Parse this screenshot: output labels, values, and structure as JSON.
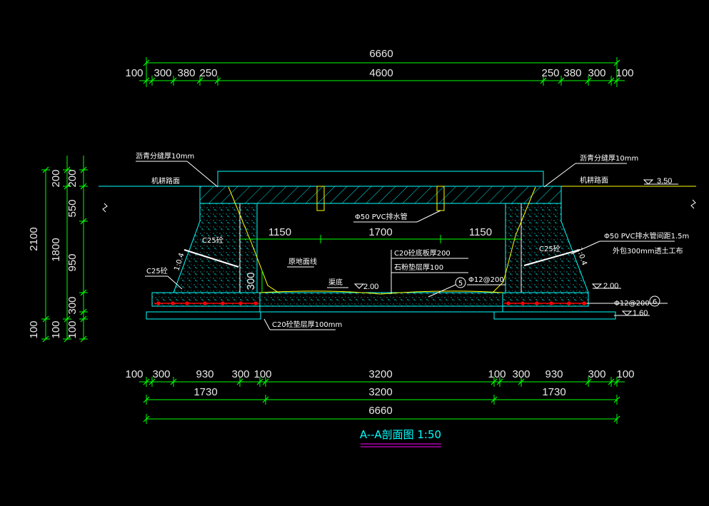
{
  "drawing": {
    "title": "A--A剖面图 1:50"
  },
  "top_dims": {
    "total": "6660",
    "segments": [
      {
        "label": "100",
        "cls": "seg-100"
      },
      {
        "label": "300",
        "cls": "seg-300"
      },
      {
        "label": "380",
        "cls": "seg-380"
      },
      {
        "label": "250",
        "cls": "seg-250"
      },
      {
        "label": "4600",
        "cls": "seg-4600"
      },
      {
        "label": "250",
        "cls": "seg-250"
      },
      {
        "label": "380",
        "cls": "seg-380"
      },
      {
        "label": "300",
        "cls": "seg-300"
      },
      {
        "label": "100",
        "cls": "seg-100"
      }
    ]
  },
  "bottom_dims": {
    "row1": [
      "100",
      "300",
      "930",
      "300",
      "100",
      "3200",
      "100",
      "300",
      "930",
      "300",
      "100"
    ],
    "row2": [
      "1730",
      "3200",
      "1730"
    ],
    "total": "6660"
  },
  "left_dims": {
    "outer": [
      "2100",
      "100"
    ],
    "middle": [
      "200",
      "1800",
      "100"
    ],
    "inner": [
      "200",
      "550",
      "950",
      "300",
      "100"
    ]
  },
  "section_dims": {
    "span_left": "1150",
    "span_mid": "1700",
    "span_right": "1150",
    "step": "300"
  },
  "annotations": {
    "asphalt_left": "沥青分缝厚10mm",
    "asphalt_right": "沥青分缝厚10mm",
    "road_left": "机耕路面",
    "road_right": "机耕路面",
    "pvc_drain": "Φ50 PVC排水管",
    "pvc_right": "Φ50 PVC排水管间距1.5m",
    "geotextile": "外包300mm透土工布",
    "c25_left_upper": "C25砼",
    "c25_left_lower": "C25砼",
    "c25_right": "C25砼",
    "original_ground": "原地面线",
    "channel_bottom": "渠底",
    "c20_floor": "C20砼底板厚200",
    "gravel": "石粉垫层厚100",
    "c20_cushion": "C20砼垫层厚100mm",
    "rebar_left": "Φ12@200",
    "rebar_right": "Φ12@200",
    "marker_5": "5",
    "marker_6": "6",
    "slope_left": "1:0.4",
    "slope_right": "1:0.4"
  },
  "levels": {
    "top": "3.50",
    "bottom": "2.00",
    "right_bottom": "2.00",
    "base": "1.60"
  },
  "colors": {
    "background": "#000000",
    "dimension": "#00ff00",
    "structure": "#00ffff",
    "text": "#ffffff",
    "ground": "#ffff00",
    "rebar": "#ff0000",
    "title_underline": "#ff00ff"
  }
}
